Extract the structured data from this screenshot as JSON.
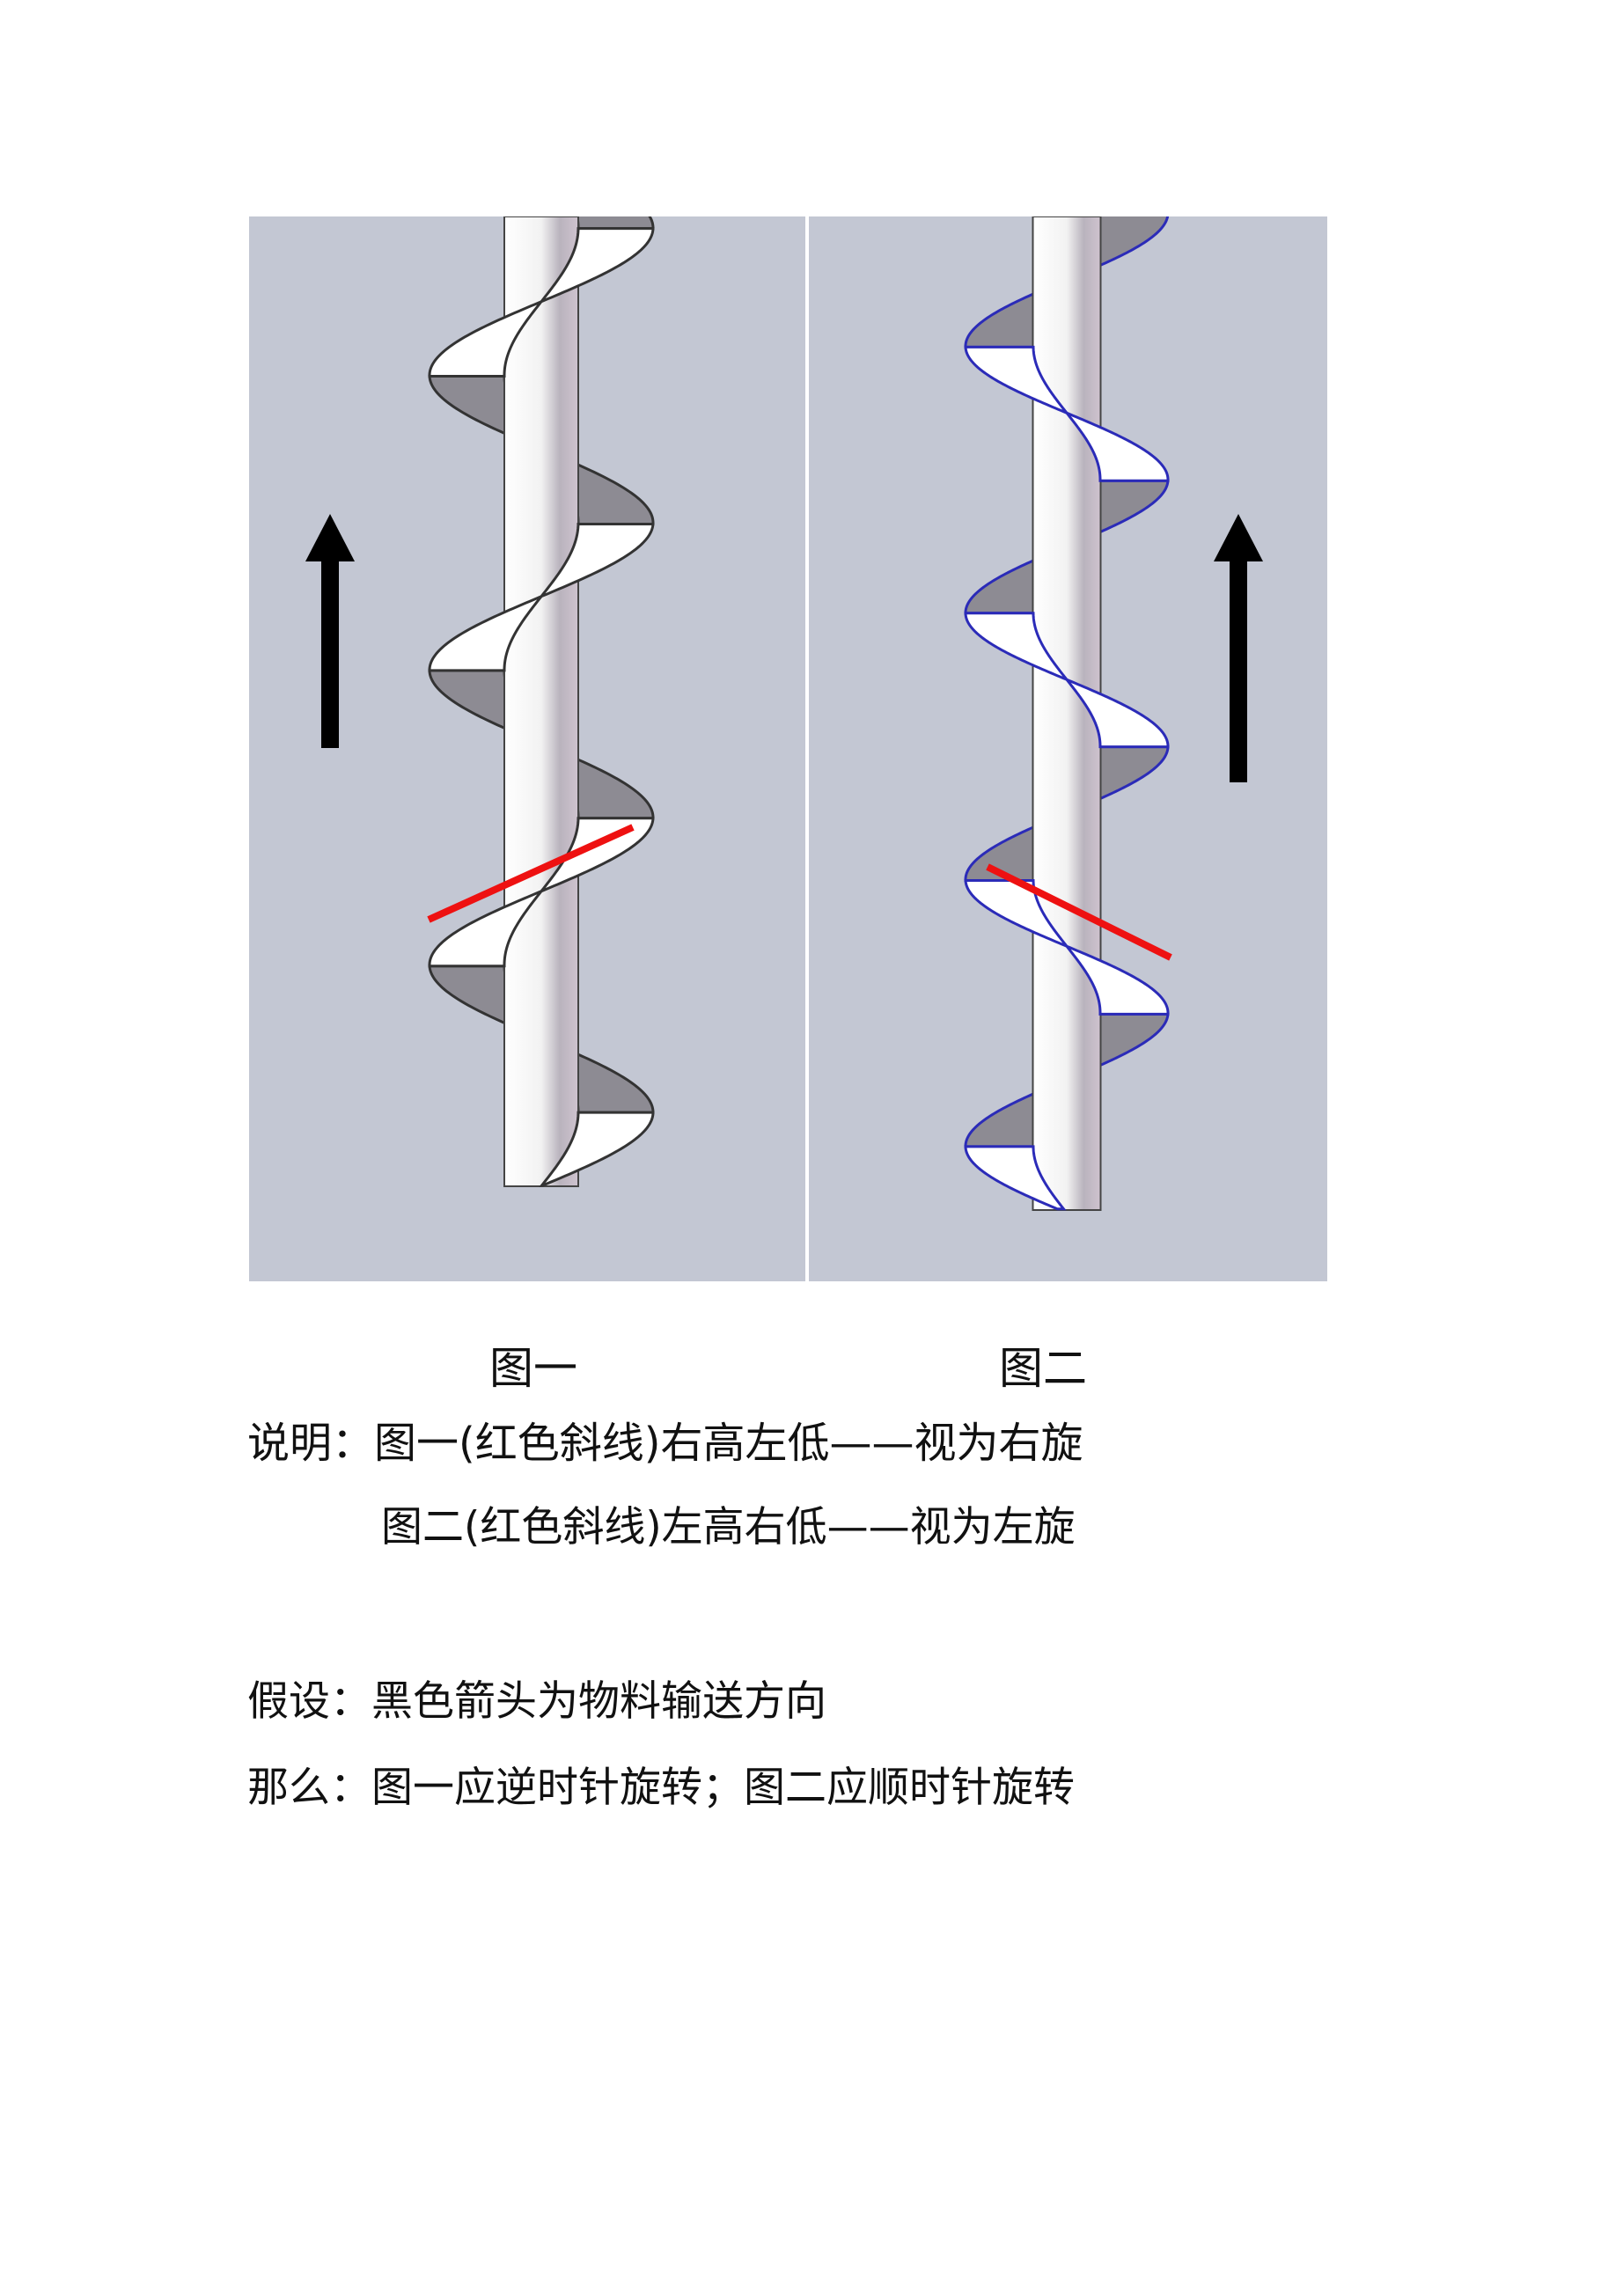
{
  "figures": [
    {
      "caption": "图一",
      "hand": "right",
      "flight_color": "#333333"
    },
    {
      "caption": "图二",
      "hand": "left",
      "flight_color": "#2b2bb8"
    }
  ],
  "colors": {
    "background": "#c3c7d3",
    "marker": "#ee1111",
    "arrow": "#000000"
  },
  "notes": {
    "line1": "说明：图一(红色斜线)右高左低——视为右旋",
    "line2": "图二(红色斜线)左高右低——视为左旋",
    "line3": "假设：黑色箭头为物料输送方向",
    "line4": "那么：图一应逆时针旋转；图二应顺时针旋转"
  }
}
